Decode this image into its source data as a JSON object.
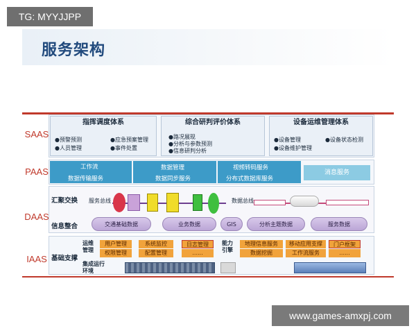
{
  "overlays": {
    "top_left_tag": "TG: MYYJJPP",
    "bottom_right_tag": "www.games-amxpj.com"
  },
  "slide": {
    "title": "服务架构",
    "layers": {
      "saas": "SAAS",
      "paas": "PAAS",
      "daas": "DAAS",
      "iaas": "IAAS"
    },
    "saas_panels": [
      {
        "header": "指挥调度体系",
        "items": [
          "●预警预测",
          "●应急预案管理",
          "●人员管理",
          "●事件处置"
        ]
      },
      {
        "header": "综合研判评价体系",
        "items": [
          "●路况展现",
          "●分析与参数预测",
          "●信息研判分析"
        ]
      },
      {
        "header": "设备运维管理体系",
        "items": [
          "●设备管理",
          "●设备状态检测",
          "●设备维护管理"
        ]
      }
    ],
    "paas": {
      "left_top": "工作流",
      "left_bottom": "数据传输服务",
      "mid_top": "数据管理",
      "mid_bottom": "数据同步服务",
      "right_top": "视频转码服务",
      "right_bottom": "分布式数据库服务",
      "far_right": "消息服务"
    },
    "daas": {
      "row1_label": "汇聚交换",
      "service_bus": "服务总线",
      "data_bus": "数据总线",
      "row2_label": "信息整合",
      "dbs": [
        "交通基础数据",
        "业务数据",
        "GIS",
        "分析主题数据",
        "服务数据"
      ]
    },
    "iaas": {
      "label": "基础支撑",
      "ops_label": "运维管理",
      "ops_items": [
        "用户管理",
        "权限管理",
        "系统监控",
        "配置管理",
        "日志管理",
        "......"
      ],
      "cap_label": "能力引擎",
      "cap_items": [
        "地理信息服务",
        "数据挖掘",
        "移动应用支撑",
        "工作流服务",
        "门户框架",
        "......"
      ],
      "env_label": "集成运行环境"
    }
  },
  "colors": {
    "accent_red": "#c0392b",
    "paas_blue": "#3d9bc8",
    "db_purple": "#bba6d6",
    "orange": "#f1a33b"
  }
}
